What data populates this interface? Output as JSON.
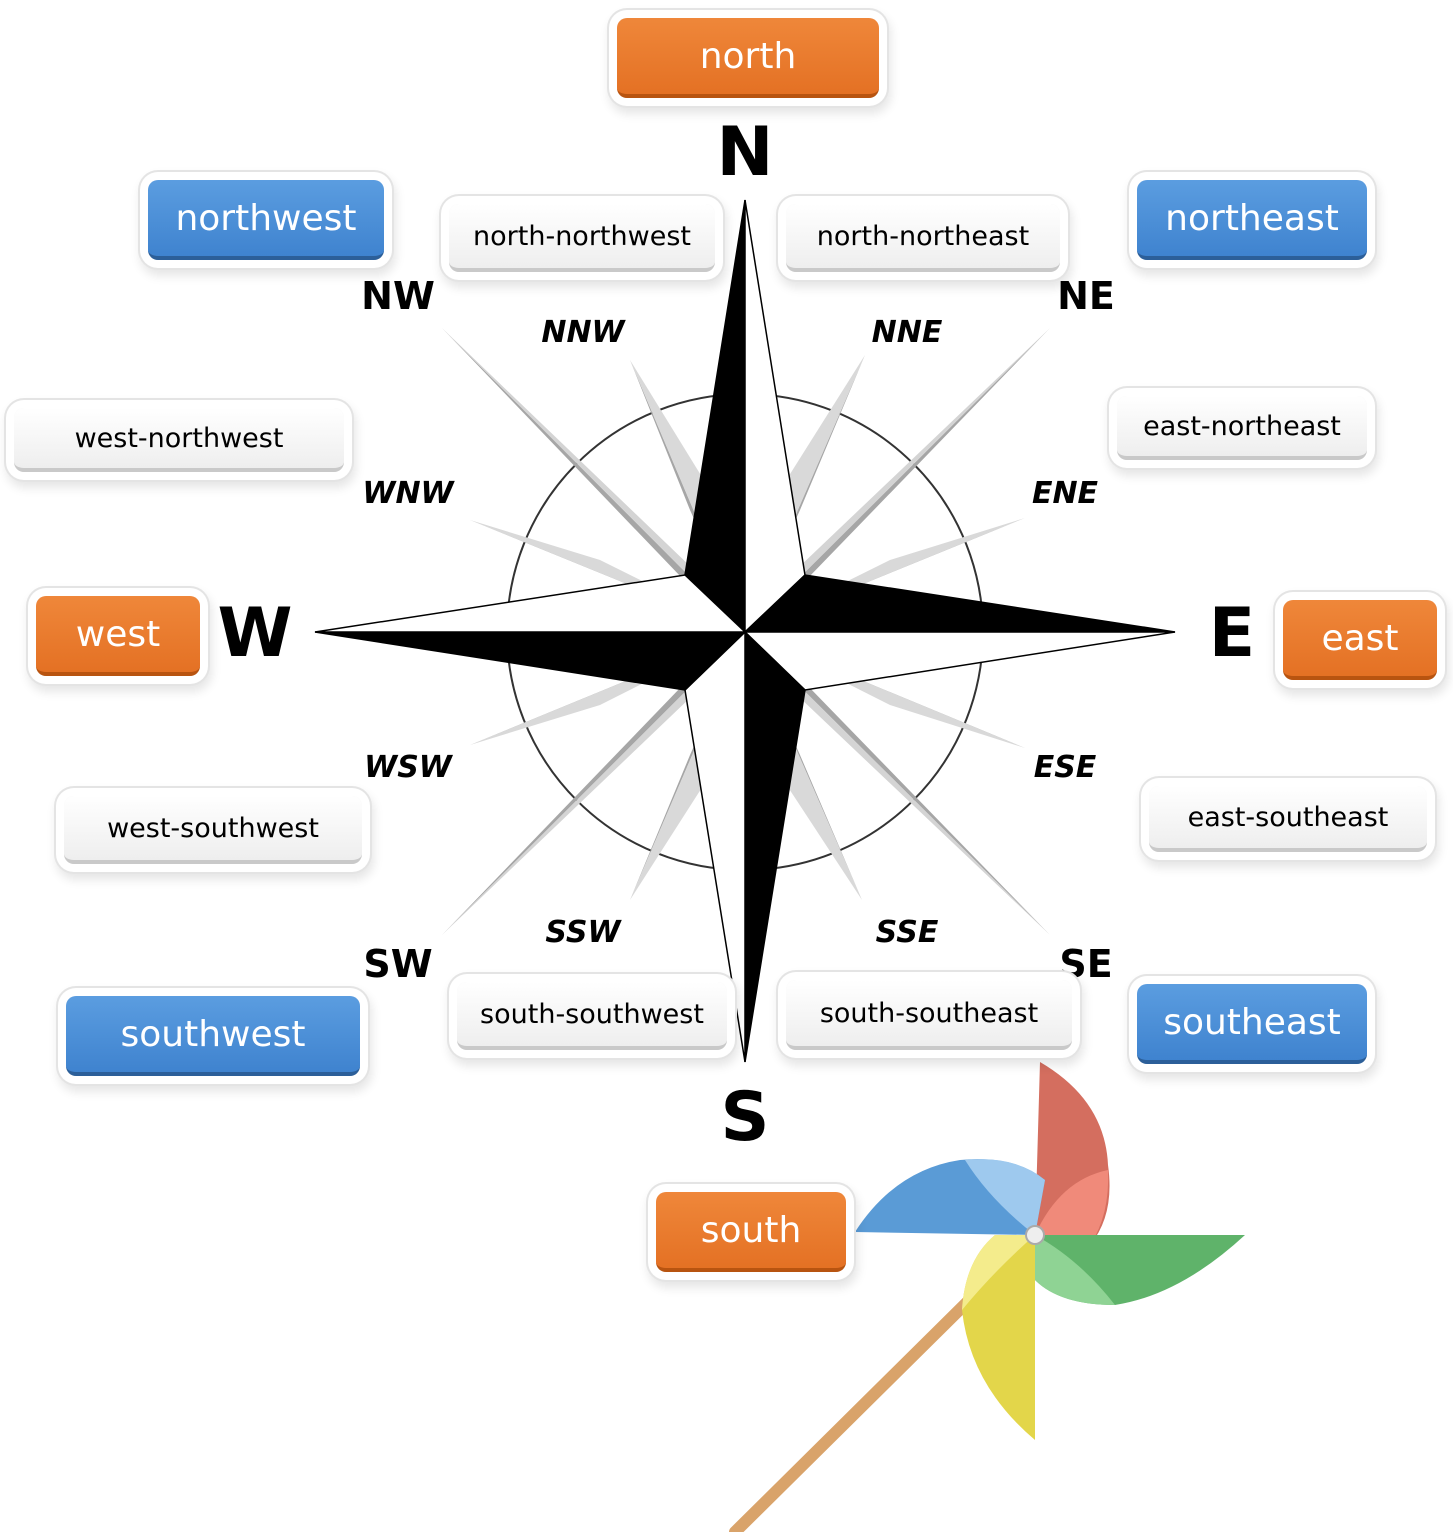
{
  "compass_letters": {
    "N": "N",
    "E": "E",
    "S": "S",
    "W": "W",
    "NE": "NE",
    "SE": "SE",
    "SW": "SW",
    "NW": "NW",
    "NNE": "NNE",
    "ENE": "ENE",
    "ESE": "ESE",
    "SSE": "SSE",
    "SSW": "SSW",
    "WSW": "WSW",
    "WNW": "WNW",
    "NNW": "NNW"
  },
  "labels": {
    "north": "north",
    "south": "south",
    "east": "east",
    "west": "west",
    "northeast": "northeast",
    "northwest": "northwest",
    "southeast": "southeast",
    "southwest": "southwest",
    "north_northwest": "north-northwest",
    "north_northeast": "north-northeast",
    "east_northeast": "east-northeast",
    "east_southeast": "east-southeast",
    "west_northwest": "west-northwest",
    "west_southwest": "west-southwest",
    "south_southwest": "south-southwest",
    "south_southeast": "south-southeast"
  },
  "colors": {
    "cardinal_label": "#e47124",
    "intercardinal_label": "#3f83cf",
    "secondary_label": "#f4f4f4",
    "rose_black": "#000000",
    "rose_gray_light": "#d2d2d2",
    "rose_gray_dark": "#a6a6a6"
  }
}
